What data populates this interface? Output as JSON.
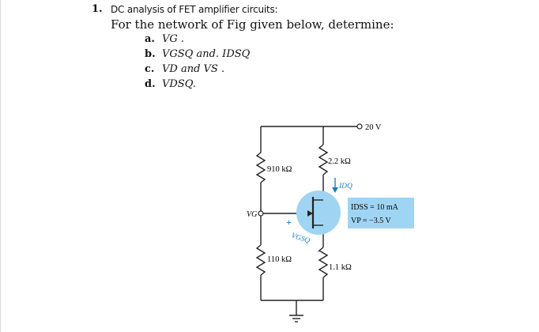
{
  "question": {
    "number": "1.",
    "title": "DC analysis of FET amplifier circuits:",
    "intro": "For the network of Fig given below, determine:",
    "parts": [
      {
        "label": "a.",
        "text": "VG ."
      },
      {
        "label": "b.",
        "text": "VGSQ and. IDSQ"
      },
      {
        "label": "c.",
        "text": "VD and VS ."
      },
      {
        "label": "d.",
        "text": "VDSQ."
      }
    ]
  },
  "circuit": {
    "supply": "20 V",
    "rd": "2.2 kΩ",
    "r1": "910 kΩ",
    "r2": "110 kΩ",
    "rs": "1.1 kΩ",
    "vg": "VG",
    "vgsq": "VGSQ",
    "idq": "IDQ",
    "plus": "+",
    "minus": "–",
    "idss": "IDSS = 10 mA",
    "vp": "VP = −3.5 V",
    "colors": {
      "highlight": "#9fd5f3",
      "wire": "#222222"
    }
  }
}
